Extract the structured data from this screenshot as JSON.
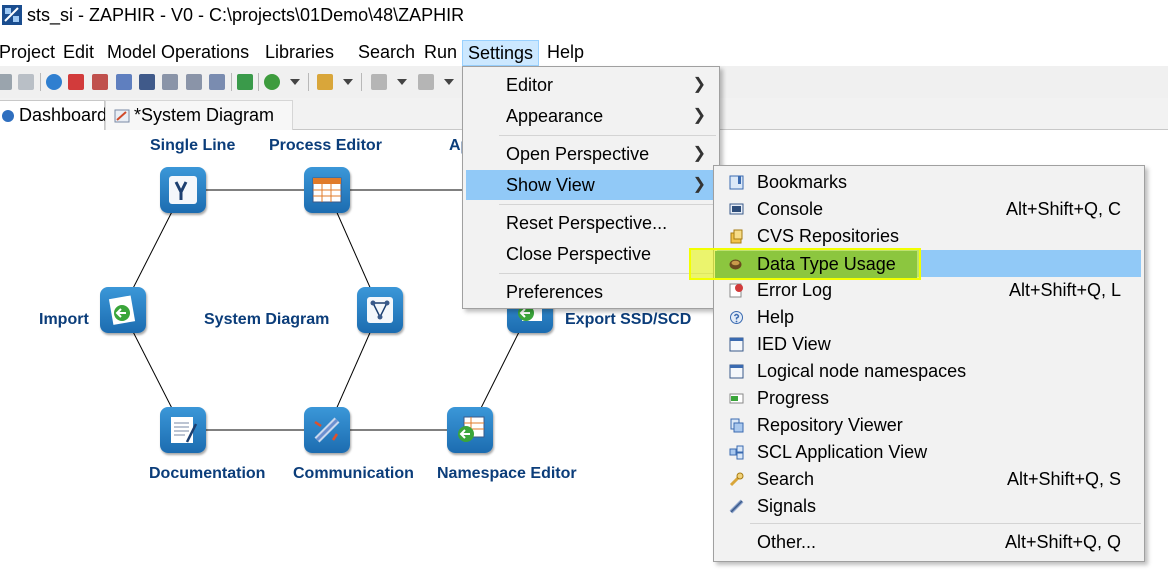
{
  "window": {
    "title": "sts_si - ZAPHIR - V0 - C:\\projects\\01Demo\\48\\ZAPHIR"
  },
  "menubar": {
    "items": [
      "Project",
      "Edit",
      "Model Operations",
      "Libraries",
      "Search",
      "Run",
      "Settings",
      "Help"
    ],
    "active": "Settings"
  },
  "tabs": [
    {
      "label": "Dashboard",
      "icon": "dashboard-icon",
      "active": true
    },
    {
      "label": "*System Diagram",
      "icon": "system-diagram-icon",
      "active": false
    }
  ],
  "dashboard": {
    "nodes": {
      "single_line": "Single Line",
      "process_editor": "Process Editor",
      "partial_top": "Ap",
      "import": "Import",
      "system_diagram": "System Diagram",
      "export": "Export SSD/SCD",
      "documentation": "Documentation",
      "communication": "Communication",
      "namespace_editor": "Namespace Editor"
    }
  },
  "settings_menu": {
    "items": [
      {
        "label": "Editor",
        "submenu": true
      },
      {
        "label": "Appearance",
        "submenu": true
      },
      {
        "label": "Open Perspective",
        "submenu": true
      },
      {
        "label": "Show View",
        "submenu": true,
        "highlighted": true
      },
      {
        "label": "Reset Perspective...",
        "submenu": false
      },
      {
        "label": "Close Perspective",
        "submenu": false
      },
      {
        "label": "Preferences",
        "submenu": false
      }
    ]
  },
  "show_view_menu": {
    "items": [
      {
        "label": "Bookmarks",
        "shortcut": "",
        "icon": "bookmarks-icon"
      },
      {
        "label": "Console",
        "shortcut": "Alt+Shift+Q, C",
        "icon": "console-icon"
      },
      {
        "label": "CVS Repositories",
        "shortcut": "",
        "icon": "cvs-repositories-icon"
      },
      {
        "label": "Data Type Usage",
        "shortcut": "",
        "icon": "data-type-usage-icon",
        "highlighted": true
      },
      {
        "label": "Error Log",
        "shortcut": "Alt+Shift+Q, L",
        "icon": "error-log-icon"
      },
      {
        "label": "Help",
        "shortcut": "",
        "icon": "help-icon"
      },
      {
        "label": "IED View",
        "shortcut": "",
        "icon": "ied-view-icon"
      },
      {
        "label": "Logical node namespaces",
        "shortcut": "",
        "icon": "logical-node-namespaces-icon"
      },
      {
        "label": "Progress",
        "shortcut": "",
        "icon": "progress-icon"
      },
      {
        "label": "Repository Viewer",
        "shortcut": "",
        "icon": "repository-viewer-icon"
      },
      {
        "label": "SCL Application View",
        "shortcut": "",
        "icon": "scl-application-view-icon"
      },
      {
        "label": "Search",
        "shortcut": "Alt+Shift+Q, S",
        "icon": "search-icon"
      },
      {
        "label": "Signals",
        "shortcut": "",
        "icon": "signals-icon"
      },
      {
        "label": "Other...",
        "shortcut": "Alt+Shift+Q, Q",
        "icon": ""
      }
    ]
  },
  "colors": {
    "menu_highlight": "#91c9f7",
    "annotation_yellow": "#f2ff00",
    "annotation_green": "#8cc63f",
    "node_label": "#0b3d7a",
    "node_tile": "#1c6cb0"
  }
}
